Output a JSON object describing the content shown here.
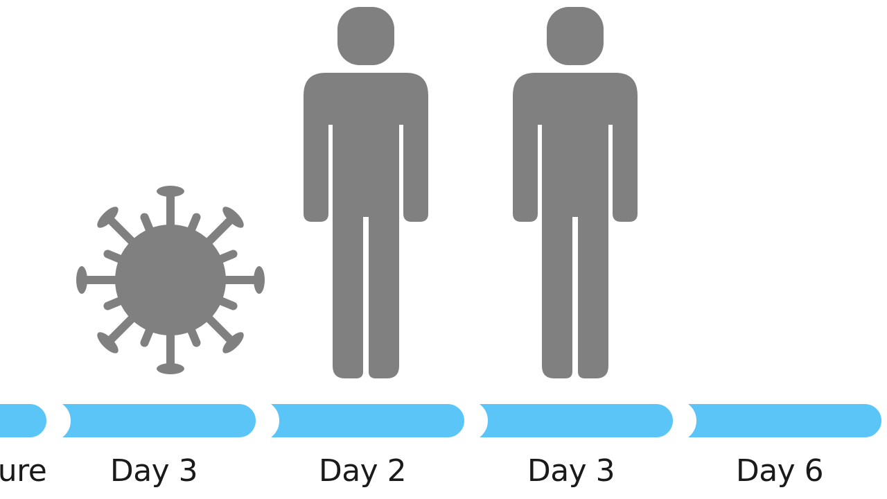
{
  "colors": {
    "icon_gray": "#808080",
    "timeline_blue": "#5bc5f8",
    "label_text": "#1a1a1a",
    "background": "#ffffff"
  },
  "icons": {
    "virus": "virus-icon",
    "person_1": "person-icon",
    "person_2": "person-icon"
  },
  "timeline": {
    "labels": [
      "ure",
      "Day 3",
      "Day 2",
      "Day 3",
      "Day 6"
    ]
  }
}
